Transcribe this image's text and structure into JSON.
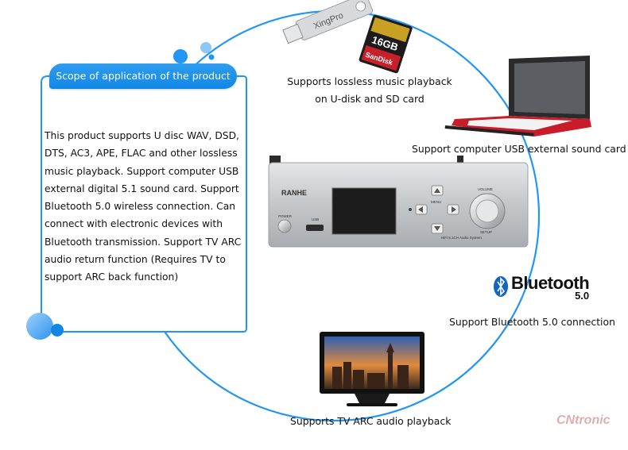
{
  "scope": {
    "title": "Scope of application of the product",
    "description": "This product supports U disc WAV, DSD, DTS, AC3, APE, FLAC and other lossless music playback. Support computer USB external digital 5.1 sound card. Support Bluetooth 5.0 wireless connection. Can connect with electronic devices with Bluetooth transmission. Support TV ARC audio return function (Requires TV to support ARC back function)"
  },
  "captions": {
    "usb_sd_line1": "Supports lossless music playback",
    "usb_sd_line2": "on U-disk and SD card",
    "computer": "Support computer USB external sound card",
    "bluetooth": "Support Bluetooth 5.0 connection",
    "tv": "Supports TV ARC audio playback"
  },
  "logos": {
    "bluetooth_word": "Bluetooth",
    "bluetooth_version": "5.0",
    "usb_stick_brand": "XingPro",
    "sd_card_brand": "SanDisk",
    "sd_card_capacity": "16GB",
    "device_brand": "RANHE",
    "watermark": "CNtronic"
  },
  "device_labels": {
    "power": "POWER",
    "usb": "USB",
    "menu": "MENU",
    "volume": "VOLUME",
    "setup": "SETUP",
    "model": "HiFi 5.1CH Audio System"
  },
  "colors": {
    "accent_blue": "#1187e4",
    "circle_blue": "#2196f3",
    "device_silver": "#c9cccf"
  }
}
